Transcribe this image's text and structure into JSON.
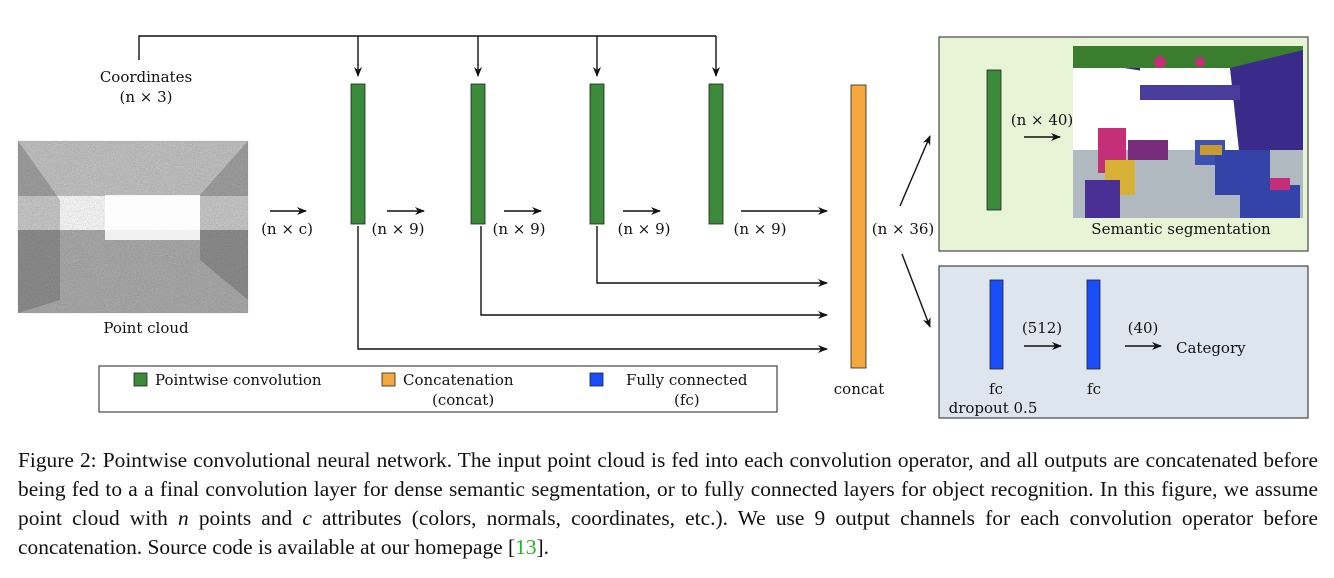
{
  "diagram": {
    "inputs": {
      "coordinates": [
        "Coordinates",
        "(n × 3)"
      ],
      "point_cloud": "Point cloud"
    },
    "dims": {
      "input": "(n × c)",
      "conv_out": "(n × 9)",
      "concat_out": "(n × 36)",
      "seg_out": "(n × 40)",
      "fc1_out": "(512)",
      "fc2_out": "(40)"
    },
    "concat_label": "concat",
    "outputs": {
      "segmentation": "Semantic segmentation",
      "category": "Category",
      "fc_label": "fc",
      "dropout": "dropout 0.5"
    },
    "legend": {
      "pointwise": "Pointwise convolution",
      "concat": [
        "Concatenation",
        "(concat)"
      ],
      "fc": [
        "Fully connected",
        "(fc)"
      ]
    },
    "colors": {
      "pointwise_conv": "#3a8a3a",
      "concatenation": "#f7a83c",
      "fully_connected": "#1a4dfa",
      "segmentation_panel": "#e7f5d6",
      "classification_panel": "#dde6ef"
    }
  },
  "caption": {
    "label": "Figure 2:",
    "text_1": "Pointwise convolutional neural network. The input point cloud is fed into each convolution operator, and all outputs are concatenated before being fed to a a final convolution layer for dense semantic segmentation, or to fully connected layers for object recognition. In this figure, we assume point cloud with",
    "var_n": "n",
    "text_2": "points and",
    "var_c": "c",
    "text_3": "attributes (colors, normals, coordinates, etc.). We use 9 output channels for each convolution operator before concatenation. Source code is available at our homepage [",
    "ref": "13",
    "text_4": "]."
  }
}
